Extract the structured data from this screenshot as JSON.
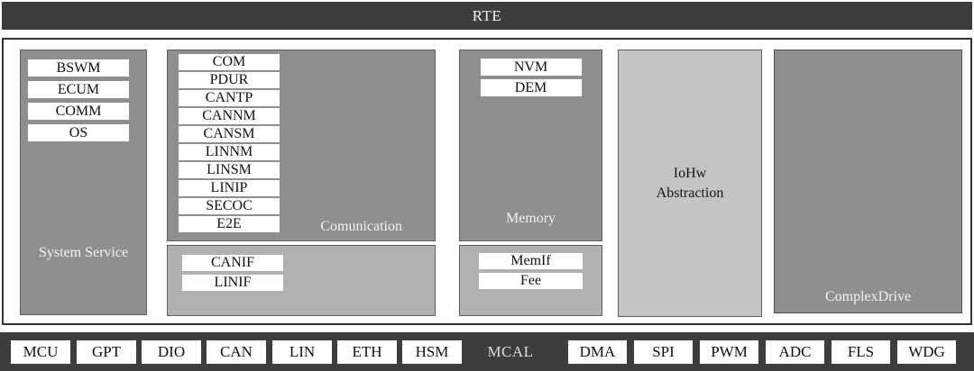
{
  "layers": {
    "rte": {
      "label": "RTE"
    },
    "mcal": {
      "label": "MCAL"
    }
  },
  "blocks": {
    "system_service": {
      "label": "System Service",
      "modules": [
        "BSWM",
        "ECUM",
        "COMM",
        "OS"
      ]
    },
    "communication": {
      "label": "Comunication",
      "modules": [
        "COM",
        "PDUR",
        "CANTP",
        "CANNM",
        "CANSM",
        "LINNM",
        "LINSM",
        "LINIP",
        "SECOC",
        "E2E"
      ],
      "interface_modules": [
        "CANIF",
        "LINIF"
      ]
    },
    "memory": {
      "label": "Memory",
      "modules": [
        "NVM",
        "DEM"
      ],
      "interface_modules": [
        "MemIf",
        "Fee"
      ]
    },
    "iohw_abstraction": {
      "label_line1": "IoHw",
      "label_line2": "Abstraction"
    },
    "complex_drive": {
      "label": "ComplexDrive"
    }
  },
  "mcal": {
    "left_modules": [
      "MCU",
      "GPT",
      "DIO",
      "CAN",
      "LIN",
      "ETH",
      "HSM"
    ],
    "right_modules": [
      "DMA",
      "SPI",
      "PWM",
      "ADC",
      "FLS",
      "WDG"
    ]
  },
  "colors": {
    "layer_bar": "#3d3d3d",
    "block_dark_gray": "#8f8f8f",
    "block_mid_gray": "#b1b1b1",
    "block_light_gray": "#c4c4c4",
    "module_box": "#ffffff",
    "main_border": "#333333",
    "layer_text": "#f4f4f4",
    "module_text": "#101010"
  }
}
